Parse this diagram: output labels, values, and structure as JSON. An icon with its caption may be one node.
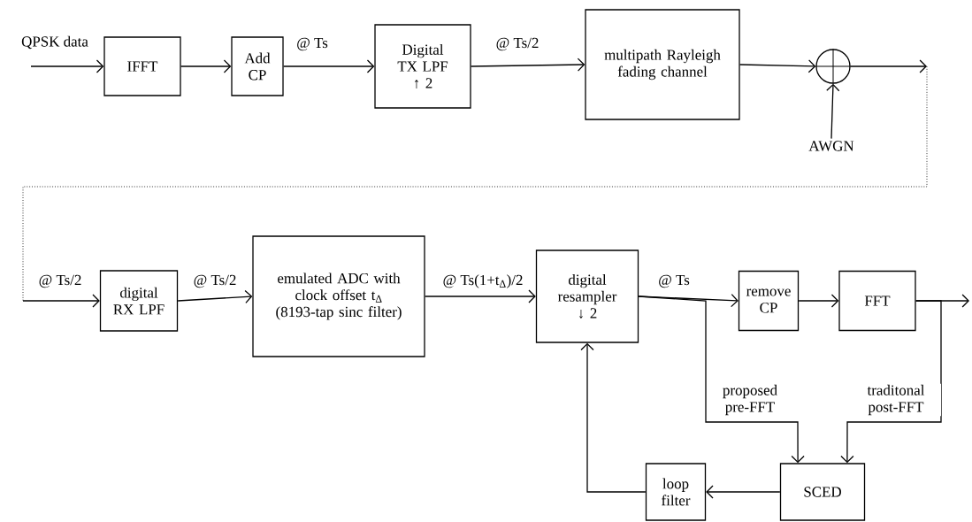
{
  "diagram": {
    "nodes": [
      {
        "text": [
          "IFFT"
        ]
      },
      {
        "text": [
          "Add CP"
        ]
      },
      {
        "text": [
          "Digital TX LPF ↑ 2"
        ]
      },
      {
        "text": [
          "multipath Rayleigh fading channel"
        ]
      },
      {
        "text": [],
        "shape": "circle"
      },
      {
        "text": [
          "AWGN"
        ]
      },
      {
        "text": [
          "digital RX LPF"
        ]
      },
      {
        "text": [
          "emulated ADC with clock offset t$_{Δ}$ (8193-tap sinc filter)"
        ]
      },
      {
        "text": [
          "digital resampler ↓ 2"
        ]
      },
      {
        "text": [
          "remove CP"
        ]
      },
      {
        "text": [
          "FFT"
        ]
      },
      {
        "text": [
          "SCED"
        ]
      },
      {
        "text": [
          "loop filter"
        ]
      }
    ],
    "edges": [
      {
        "from": null,
        "to": 0,
        "arrow": "to",
        "label": "QPSK data"
      },
      {
        "from": 0,
        "to": 1,
        "arrow": "to"
      },
      {
        "from": 1,
        "to": 2,
        "arrow": "to",
        "label": "@ Ts"
      },
      {
        "from": 2,
        "to": 3,
        "arrow": "to",
        "label": "@ Ts/2"
      },
      {
        "from": 3,
        "to": 4,
        "arrow": "to"
      },
      {
        "from": 5,
        "to": 4,
        "arrow": "to"
      },
      {
        "from": 4,
        "to": null,
        "arrow": "to"
      },
      {
        "from": null,
        "to": 6,
        "arrow": "to",
        "label": "@ Ts/2"
      },
      {
        "from": 6,
        "to": 7,
        "arrow": "to",
        "label": "@ Ts/2"
      },
      {
        "from": 7,
        "to": 8,
        "arrow": "to",
        "label": "@ Ts(1+t$_{Δ}$)/2"
      },
      {
        "from": 8,
        "to": 9,
        "arrow": "to",
        "label": "@ Ts"
      },
      {
        "from": 9,
        "to": 10,
        "arrow": "to"
      },
      {
        "from": 10,
        "to": null,
        "arrow": "to"
      },
      {
        "from": 8,
        "to": 11,
        "arrow": "to",
        "label": "proposed pre-FFT"
      },
      {
        "from": 10,
        "to": 11,
        "arrow": "to",
        "label": "traditonal post-FFT"
      },
      {
        "from": 11,
        "to": 12,
        "arrow": "to"
      },
      {
        "from": 12,
        "to": 8,
        "arrow": "to"
      }
    ]
  }
}
